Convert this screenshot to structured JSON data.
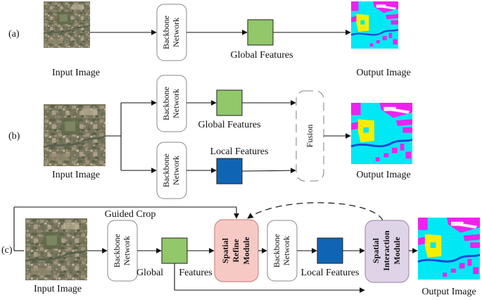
{
  "rows": {
    "a": {
      "label": "(a)",
      "input": "Input Image",
      "backbone": [
        "Backbone",
        "Network"
      ],
      "global": "Global Features",
      "output": "Output Image"
    },
    "b": {
      "label": "(b)",
      "input": "Input Image",
      "backbone_top": [
        "Backbone",
        "Network"
      ],
      "backbone_bottom": [
        "Backbone",
        "Network"
      ],
      "global": "Global Features",
      "local": "Local Features",
      "fusion": "Fusion",
      "output": "Output Image"
    },
    "c": {
      "label": "(c)",
      "guided_crop": "Guided Crop",
      "input": "Input Image",
      "backbone1": [
        "Backbone",
        "Network"
      ],
      "global": "Global",
      "features": "Features",
      "srm": [
        "Spatial",
        "Refine",
        "Module"
      ],
      "backbone2": [
        "Backbone",
        "Network"
      ],
      "local": "Local Features",
      "sim": [
        "Spatial",
        "Interaction",
        "Module"
      ],
      "output": "Output Image"
    }
  },
  "colors": {
    "global_feature": "#92c76a",
    "local_feature": "#1064b4",
    "srm_fill": "#f7c9c5",
    "srm_stroke": "#cf8a84",
    "sim_fill": "#dfd3e8",
    "sim_stroke": "#a591b8",
    "seg_cyan": "#00e8f4",
    "seg_magenta": "#ee22ee",
    "seg_yellow": "#f6ee00",
    "seg_blue": "#1848d8"
  }
}
